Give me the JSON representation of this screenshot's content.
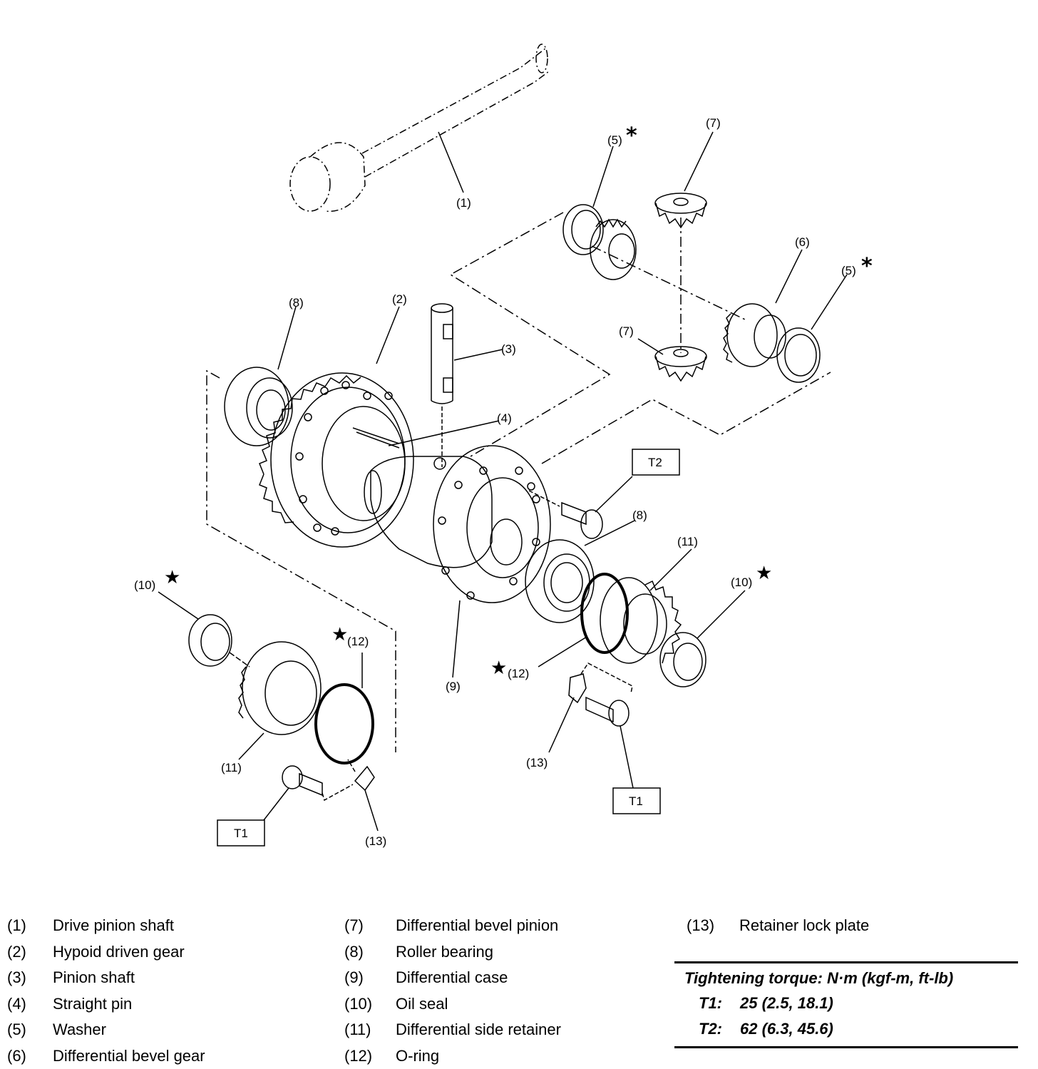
{
  "diagram": {
    "callouts": {
      "c1": "(1)",
      "c2": "(2)",
      "c3": "(3)",
      "c4": "(4)",
      "c5a": "(5)",
      "c5b": "(5)",
      "c6": "(6)",
      "c7a": "(7)",
      "c7b": "(7)",
      "c8a": "(8)",
      "c8b": "(8)",
      "c9": "(9)",
      "c10a": "(10)",
      "c10b": "(10)",
      "c11a": "(11)",
      "c11b": "(11)",
      "c12a": "(12)",
      "c12b": "(12)",
      "c13a": "(13)",
      "c13b": "(13)"
    },
    "torque_boxes": {
      "t1a": "T1",
      "t1b": "T1",
      "t2": "T2"
    },
    "marks": {
      "star": "★",
      "asterisk": "*"
    }
  },
  "legend": {
    "col1": [
      {
        "num": "(1)",
        "label": "Drive pinion shaft"
      },
      {
        "num": "(2)",
        "label": "Hypoid driven gear"
      },
      {
        "num": "(3)",
        "label": "Pinion shaft"
      },
      {
        "num": "(4)",
        "label": "Straight pin"
      },
      {
        "num": "(5)",
        "label": "Washer"
      },
      {
        "num": "(6)",
        "label": "Differential bevel gear"
      }
    ],
    "col2": [
      {
        "num": "(7)",
        "label": "Differential bevel pinion"
      },
      {
        "num": "(8)",
        "label": "Roller bearing"
      },
      {
        "num": "(9)",
        "label": "Differential case"
      },
      {
        "num": "(10)",
        "label": "Oil seal"
      },
      {
        "num": "(11)",
        "label": "Differential side retainer"
      },
      {
        "num": "(12)",
        "label": "O-ring"
      }
    ],
    "col3": [
      {
        "num": "(13)",
        "label": "Retainer lock plate"
      }
    ]
  },
  "torque": {
    "title": "Tightening torque: N·m (kgf-m, ft-lb)",
    "rows": [
      {
        "code": "T1:",
        "value": "25 (2.5, 18.1)"
      },
      {
        "code": "T2:",
        "value": "62 (6.3, 45.6)"
      }
    ]
  }
}
